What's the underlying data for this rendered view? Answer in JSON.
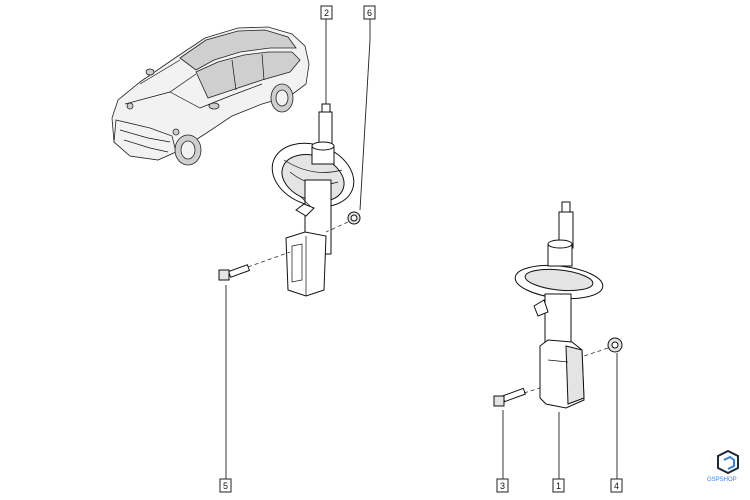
{
  "callouts": {
    "c1": "1",
    "c2": "2",
    "c3": "3",
    "c4": "4",
    "c5": "5",
    "c6": "6"
  },
  "logo": {
    "text": "GSPSHOP",
    "icon": "cube-logo-icon",
    "color": "#3a7fd0"
  }
}
